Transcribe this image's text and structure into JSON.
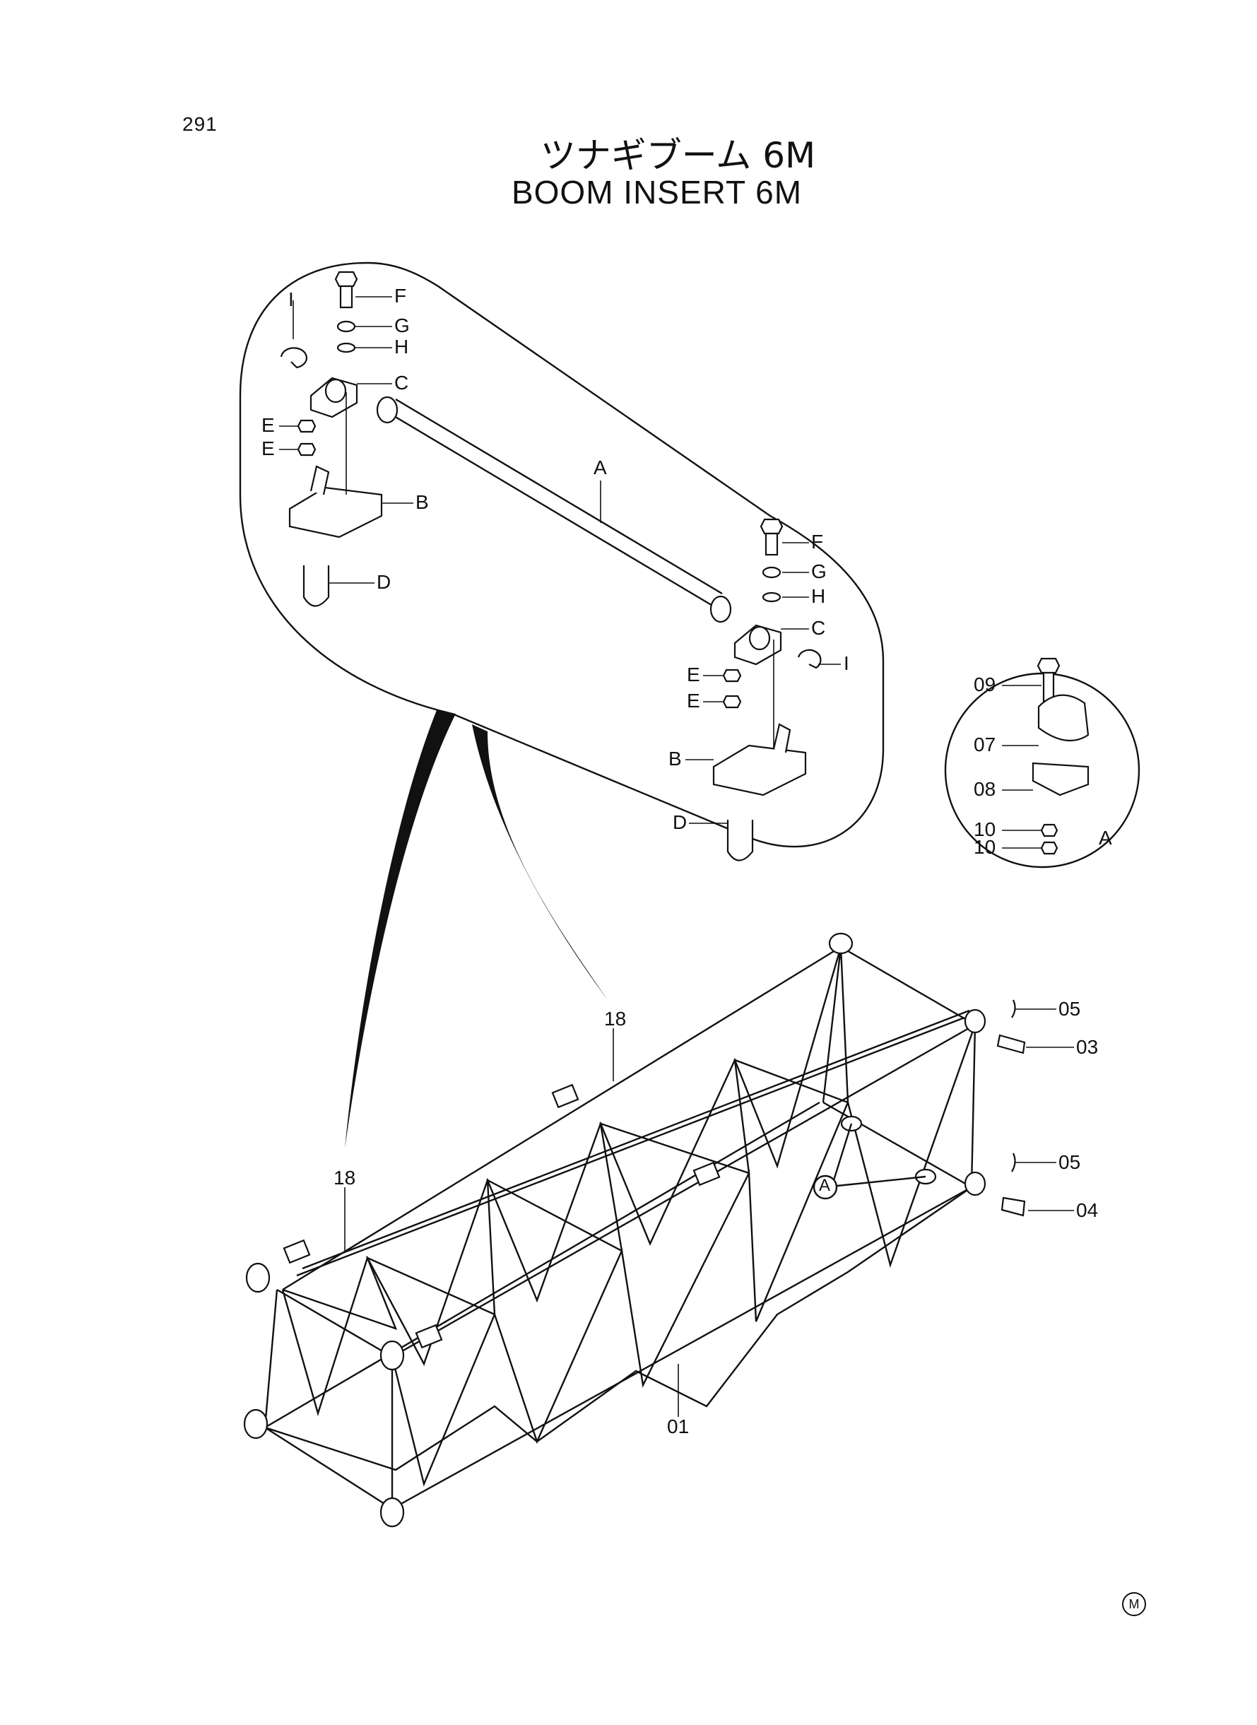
{
  "header": {
    "page_number": "291",
    "title_jp": "ツナギブーム 6M",
    "title_en": "BOOM INSERT 6M"
  },
  "detail_bubble": {
    "labels": {
      "f1": "F",
      "g1": "G",
      "h1": "H",
      "c1": "C",
      "i1": "I",
      "e1": "E",
      "e2": "E",
      "b1": "B",
      "d1": "D",
      "a": "A",
      "f2": "F",
      "g2": "G",
      "h2": "H",
      "c2": "C",
      "i2": "I",
      "e3": "E",
      "e4": "E",
      "b2": "B",
      "d2": "D"
    }
  },
  "detail_circle": {
    "labels": {
      "p09": "09",
      "p07": "07",
      "p08": "08",
      "p10a": "10",
      "p10b": "10",
      "ref": "A"
    }
  },
  "main_assembly": {
    "labels": {
      "p18a": "18",
      "p18b": "18",
      "p05a": "05",
      "p03": "03",
      "p05b": "05",
      "p04": "04",
      "p01": "01",
      "refA": "A"
    }
  },
  "footer": {
    "mark": "M"
  }
}
